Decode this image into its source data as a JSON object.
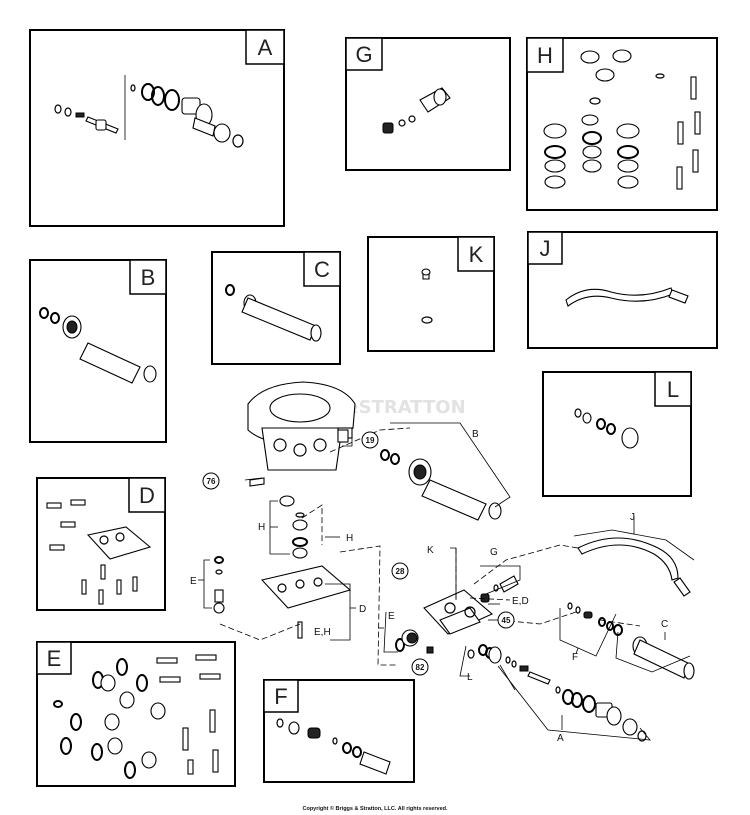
{
  "panels": {
    "A": "A",
    "B": "B",
    "C": "C",
    "D": "D",
    "E": "E",
    "F": "F",
    "G": "G",
    "H": "H",
    "J": "J",
    "K": "K",
    "L": "L"
  },
  "callouts": {
    "n19": "19",
    "n76": "76",
    "n28": "28",
    "n45": "45",
    "n82": "82"
  },
  "labels": {
    "b": "B",
    "h1": "H",
    "h2": "H",
    "e1": "E",
    "d": "D",
    "eh": "E,H",
    "k": "K",
    "g": "G",
    "ed": "E,D",
    "e2": "E",
    "j": "J",
    "c": "C",
    "f": "F",
    "l": "L",
    "a": "A"
  },
  "watermark": "S&STRATTON",
  "copyright": "Copyright © Briggs & Stratton, LLC. All rights reserved."
}
